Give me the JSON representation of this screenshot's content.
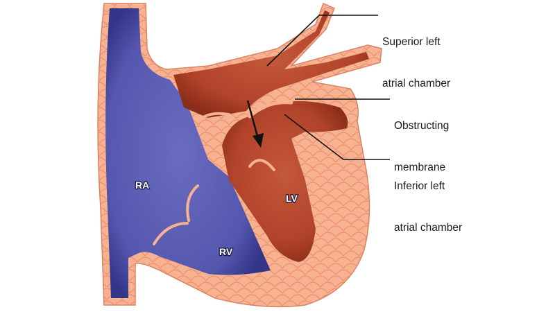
{
  "title": "Cor triatriatum heart diagram",
  "colors": {
    "venous_blue": "#5b5eb3",
    "venous_dark": "#34368a",
    "arterial_red": "#b5452a",
    "arterial_dark": "#8a2c17",
    "tissue": "#f6b291",
    "tissue_line": "#e88c6a",
    "leader_line": "#111111"
  },
  "chambers": {
    "ra": "RA",
    "rv": "RV",
    "lv": "LV"
  },
  "annotations": [
    {
      "id": "superior-left-atrial-chamber",
      "line1": "Superior left",
      "line2": "atrial chamber"
    },
    {
      "id": "obstructing-membrane",
      "line1": "Obstructing",
      "line2": "membrane"
    },
    {
      "id": "inferior-left-atrial-chamber",
      "line1": "Inferior left",
      "line2": "atrial chamber"
    }
  ],
  "arrow": {
    "meaning": "blood-flow-direction",
    "icon": "arrow-down-icon"
  }
}
